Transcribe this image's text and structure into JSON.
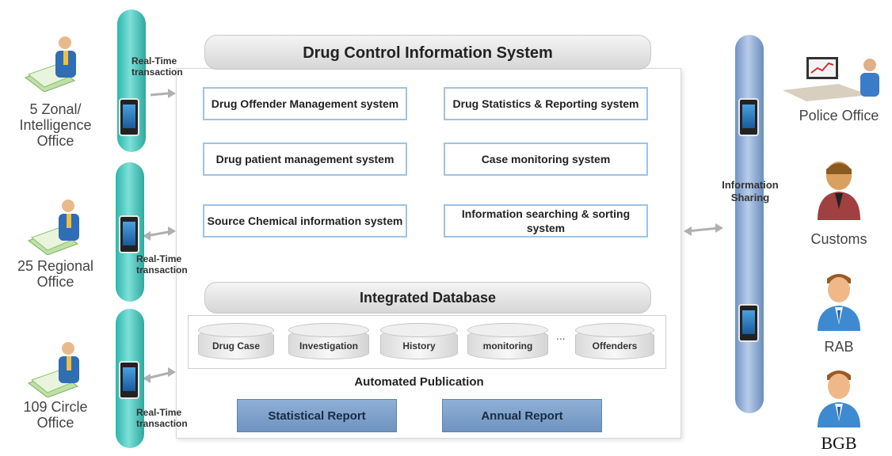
{
  "system_title": "Drug Control Information System",
  "modules": [
    "Drug Offender Management system",
    "Drug Statistics & Reporting system",
    "Drug patient management system",
    "Case monitoring system",
    "Source Chemical information system",
    "Information searching & sorting system"
  ],
  "database": {
    "title": "Integrated Database",
    "tables": [
      "Drug Case",
      "Investigation",
      "History",
      "monitoring",
      "Offenders"
    ],
    "ellipsis": "..."
  },
  "publication": {
    "label": "Automated Publication",
    "reports": [
      "Statistical Report",
      "Annual Report"
    ]
  },
  "left_offices": {
    "zonal": [
      "5 Zonal/",
      "Intelligence",
      "Office"
    ],
    "regional": [
      "25 Regional",
      "Office"
    ],
    "circle": [
      "109 Circle",
      "Office"
    ]
  },
  "realtime": [
    "Real-Time",
    "transaction"
  ],
  "sharing": [
    "Information",
    "Sharing"
  ],
  "right_agencies": [
    "Police Office",
    "Customs",
    "RAB",
    "BGB"
  ],
  "colors": {
    "teal_rail": "#2bb7ad",
    "blue_rail": "#6f93c4",
    "module_border": "#9fc3e3",
    "report_fill": "#7fa2cc",
    "arrow": "#b5b5b5"
  }
}
